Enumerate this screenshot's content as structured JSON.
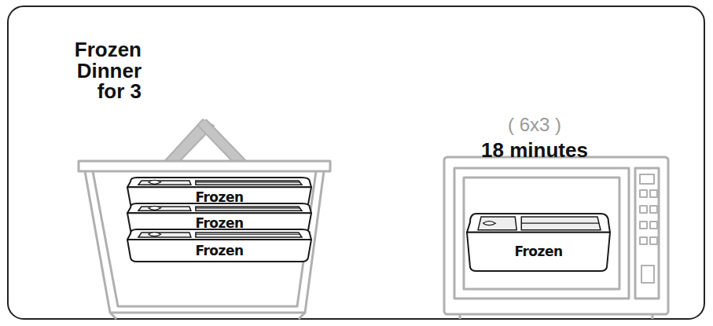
{
  "diagram": {
    "nodes": [
      {
        "text": [
          "Frozen"
        ]
      },
      {
        "text": [
          "Frozen"
        ]
      },
      {
        "text": [
          "Frozen"
        ]
      },
      {
        "text": [
          "Frozen"
        ]
      }
    ],
    "labels": [
      "Frozen Dinner for 3",
      "( 6x3 )",
      "18 minutes"
    ]
  }
}
